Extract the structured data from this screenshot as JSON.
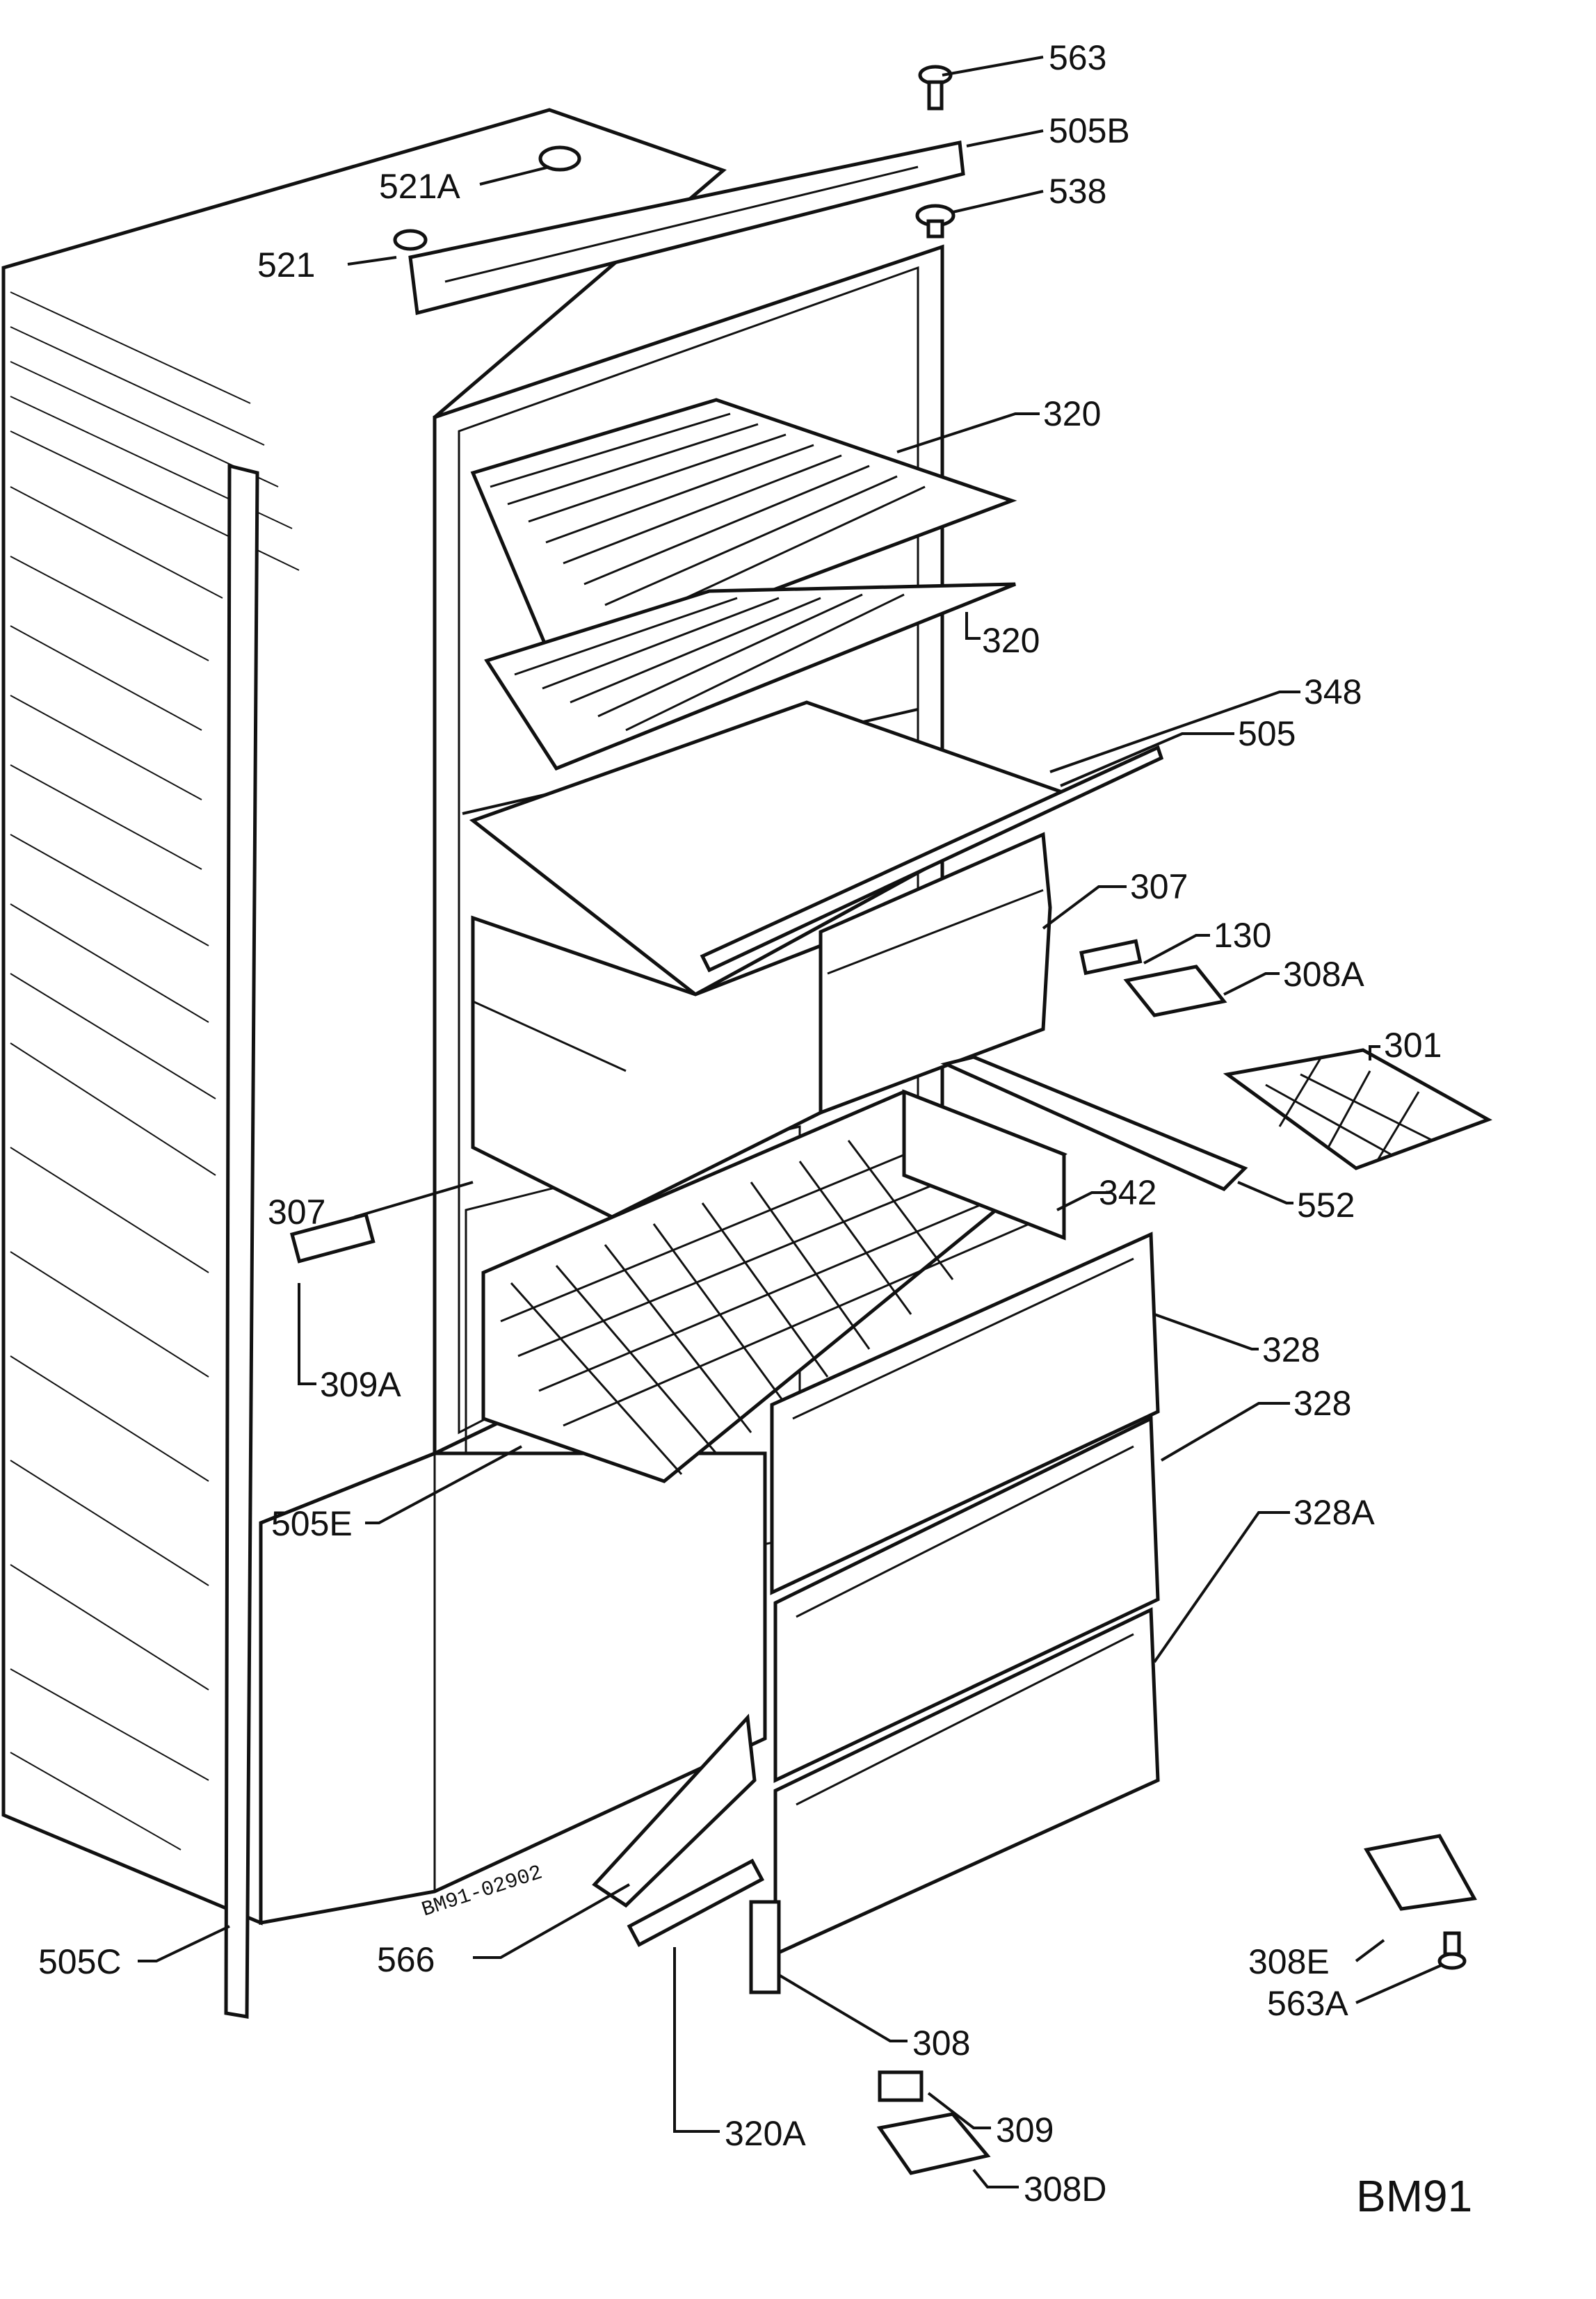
{
  "colors": {
    "ink": "#111111",
    "paper": "#ffffff"
  },
  "diagram_code": "BM91",
  "stamp": "BM91-02902",
  "labels": [
    {
      "id": "p563",
      "text": "563"
    },
    {
      "id": "p505b",
      "text": "505B"
    },
    {
      "id": "p521a",
      "text": "521A"
    },
    {
      "id": "p538",
      "text": "538"
    },
    {
      "id": "p521",
      "text": "521"
    },
    {
      "id": "p320a_top",
      "text": "320"
    },
    {
      "id": "p320b_top",
      "text": "320"
    },
    {
      "id": "p348",
      "text": "348"
    },
    {
      "id": "p505",
      "text": "505"
    },
    {
      "id": "p307r",
      "text": "307"
    },
    {
      "id": "p130",
      "text": "130"
    },
    {
      "id": "p308a",
      "text": "308A"
    },
    {
      "id": "p301",
      "text": "301"
    },
    {
      "id": "p307l",
      "text": "307"
    },
    {
      "id": "p342",
      "text": "342"
    },
    {
      "id": "p552",
      "text": "552"
    },
    {
      "id": "p309a",
      "text": "309A"
    },
    {
      "id": "p328a",
      "text": "328"
    },
    {
      "id": "p328b",
      "text": "328"
    },
    {
      "id": "p505e",
      "text": "505E"
    },
    {
      "id": "p328A",
      "text": "328A"
    },
    {
      "id": "p308e",
      "text": "308E"
    },
    {
      "id": "p563a",
      "text": "563A"
    },
    {
      "id": "p505c",
      "text": "505C"
    },
    {
      "id": "p566",
      "text": "566"
    },
    {
      "id": "p308",
      "text": "308"
    },
    {
      "id": "p320A",
      "text": "320A"
    },
    {
      "id": "p309",
      "text": "309"
    },
    {
      "id": "p308d",
      "text": "308D"
    }
  ]
}
